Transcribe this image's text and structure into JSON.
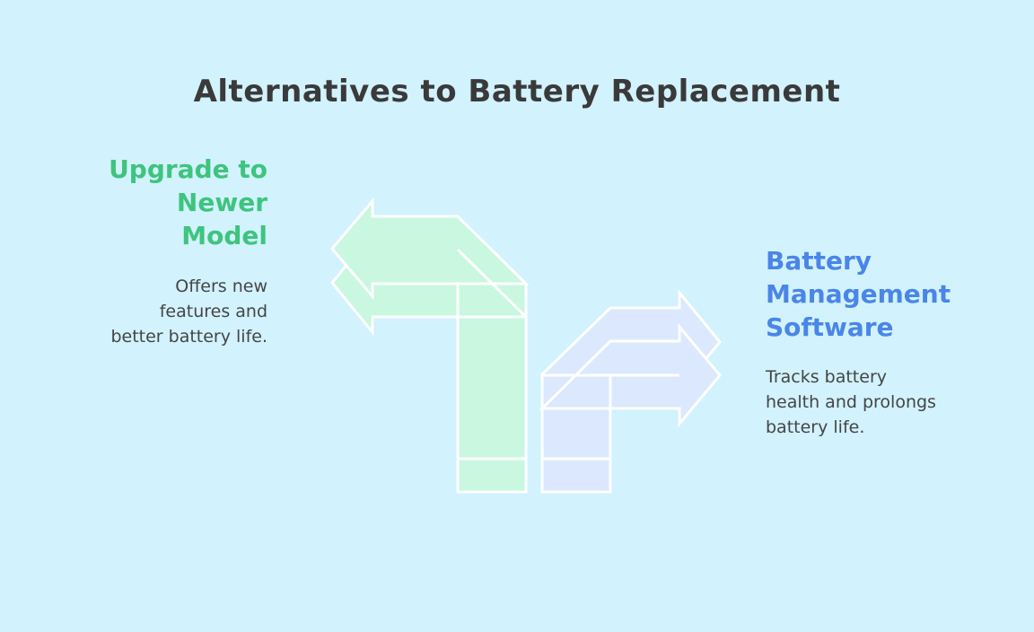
{
  "title": "Alternatives to Battery Replacement",
  "options": [
    {
      "heading_lines": [
        "Upgrade to",
        "Newer",
        "Model"
      ],
      "description_lines": [
        "Offers new",
        "features and",
        "better battery life."
      ],
      "color": "#3ec47e",
      "arrow_fill": "#c9f7e0",
      "direction": "left"
    },
    {
      "heading_lines": [
        "Battery",
        "Management",
        "Software"
      ],
      "description_lines": [
        "Tracks battery",
        "health and prolongs",
        "battery life."
      ],
      "color": "#4a86e8",
      "arrow_fill": "#dbe8fd",
      "direction": "right"
    }
  ]
}
